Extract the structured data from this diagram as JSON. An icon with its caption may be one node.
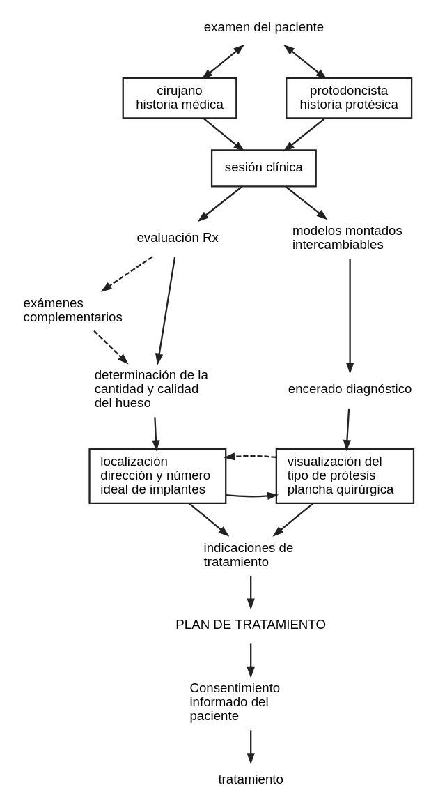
{
  "diagram": {
    "nodes": [
      {
        "text": [
          "examen del paciente"
        ]
      },
      {
        "text": [
          "cirujano",
          "historia médica"
        ]
      },
      {
        "text": [
          "protodoncista",
          "historia protésica"
        ]
      },
      {
        "text": [
          "sesión clínica"
        ]
      },
      {
        "text": [
          "evaluación Rx"
        ]
      },
      {
        "text": [
          "modelos montados intercambiables"
        ]
      },
      {
        "text": [
          "exámenes complementarios"
        ]
      },
      {
        "text": [
          "determinación de la cantidad y calidad del hueso"
        ]
      },
      {
        "text": [
          "encerado diagnóstico"
        ]
      },
      {
        "text": [
          "localización dirección y número ideal de implantes"
        ]
      },
      {
        "text": [
          "visualización del tipo de prótesis plancha quirúrgica"
        ]
      },
      {
        "text": [
          "indicaciones de tratamiento"
        ]
      },
      {
        "text": [
          "PLAN DE TRATAMIENTO"
        ]
      },
      {
        "text": [
          "Consentimiento informado del paciente"
        ]
      },
      {
        "text": [
          "tratamiento"
        ]
      }
    ],
    "edges": [
      {
        "from": 0,
        "to": 1,
        "arrow": "both"
      },
      {
        "from": 0,
        "to": 2,
        "arrow": "both"
      },
      {
        "from": 1,
        "to": 3,
        "arrow": "to"
      },
      {
        "from": 2,
        "to": 3,
        "arrow": "to"
      },
      {
        "from": 3,
        "to": 4,
        "arrow": "to"
      },
      {
        "from": 3,
        "to": 5,
        "arrow": "to"
      },
      {
        "from": 4,
        "to": 6,
        "arrow": "to",
        "style": "dashed"
      },
      {
        "from": 6,
        "to": 7,
        "arrow": "to",
        "style": "dashed"
      },
      {
        "from": 4,
        "to": 7,
        "arrow": "to"
      },
      {
        "from": 5,
        "to": 8,
        "arrow": "to"
      },
      {
        "from": 7,
        "to": 9,
        "arrow": "to"
      },
      {
        "from": 8,
        "to": 10,
        "arrow": "to"
      },
      {
        "from": 9,
        "to": 10,
        "arrow": "to"
      },
      {
        "from": 10,
        "to": 9,
        "arrow": "to",
        "style": "dashed"
      },
      {
        "from": 9,
        "to": 11,
        "arrow": "to"
      },
      {
        "from": 10,
        "to": 11,
        "arrow": "to"
      },
      {
        "from": 11,
        "to": 12,
        "arrow": "to"
      },
      {
        "from": 12,
        "to": 13,
        "arrow": "to"
      },
      {
        "from": 13,
        "to": 14,
        "arrow": "to"
      }
    ]
  }
}
